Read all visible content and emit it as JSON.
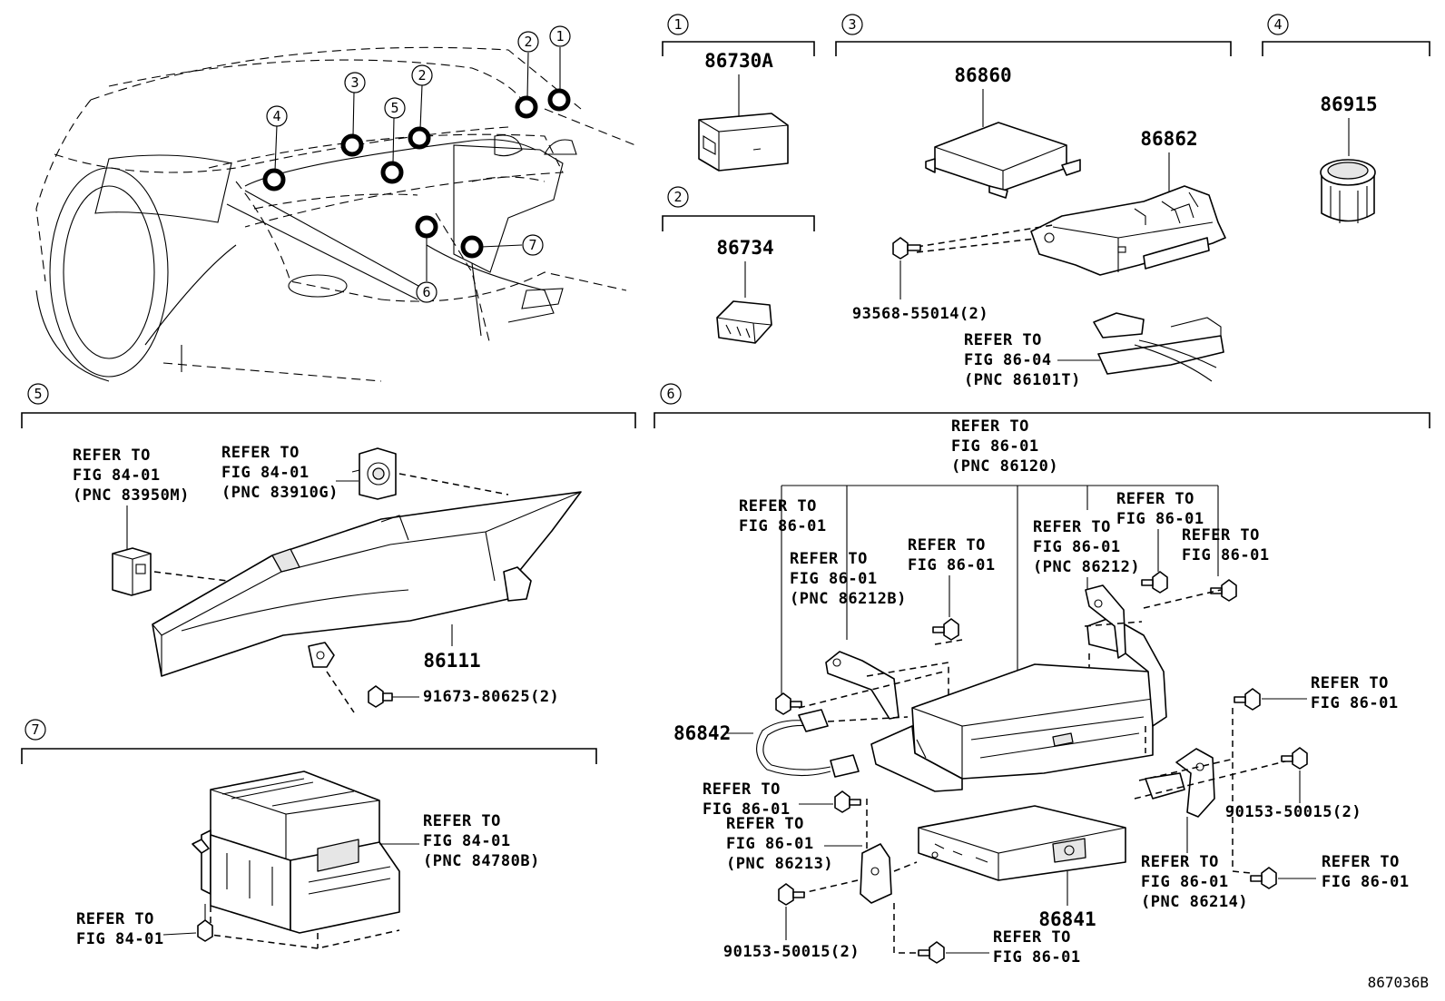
{
  "diagram_code": "867036B",
  "callouts": [
    "1",
    "2",
    "3",
    "4",
    "5",
    "6",
    "7"
  ],
  "part_numbers": {
    "p86730A": "86730A",
    "p86734": "86734",
    "p86860": "86860",
    "p86862": "86862",
    "p86915": "86915",
    "p86111": "86111",
    "p86842": "86842",
    "p86841": "86841"
  },
  "bolts": {
    "b93568": "93568-55014(2)",
    "b91673": "91673-80625(2)",
    "b90153_right": "90153-50015(2)",
    "b90153_bottom": "90153-50015(2)"
  },
  "refer": {
    "prefix": "REFER TO",
    "fig_86_04": "FIG 86-04",
    "fig_84_01": "FIG 84-01",
    "fig_86_01": "FIG 86-01",
    "pnc_86101T": "(PNC 86101T)",
    "pnc_83950M": "(PNC 83950M)",
    "pnc_83910G": "(PNC 83910G)",
    "pnc_84780B": "(PNC 84780B)",
    "pnc_86120": "(PNC 86120)",
    "pnc_86212B": "(PNC 86212B)",
    "pnc_86212": "(PNC 86212)",
    "pnc_86213": "(PNC 86213)",
    "pnc_86214": "(PNC 86214)"
  }
}
